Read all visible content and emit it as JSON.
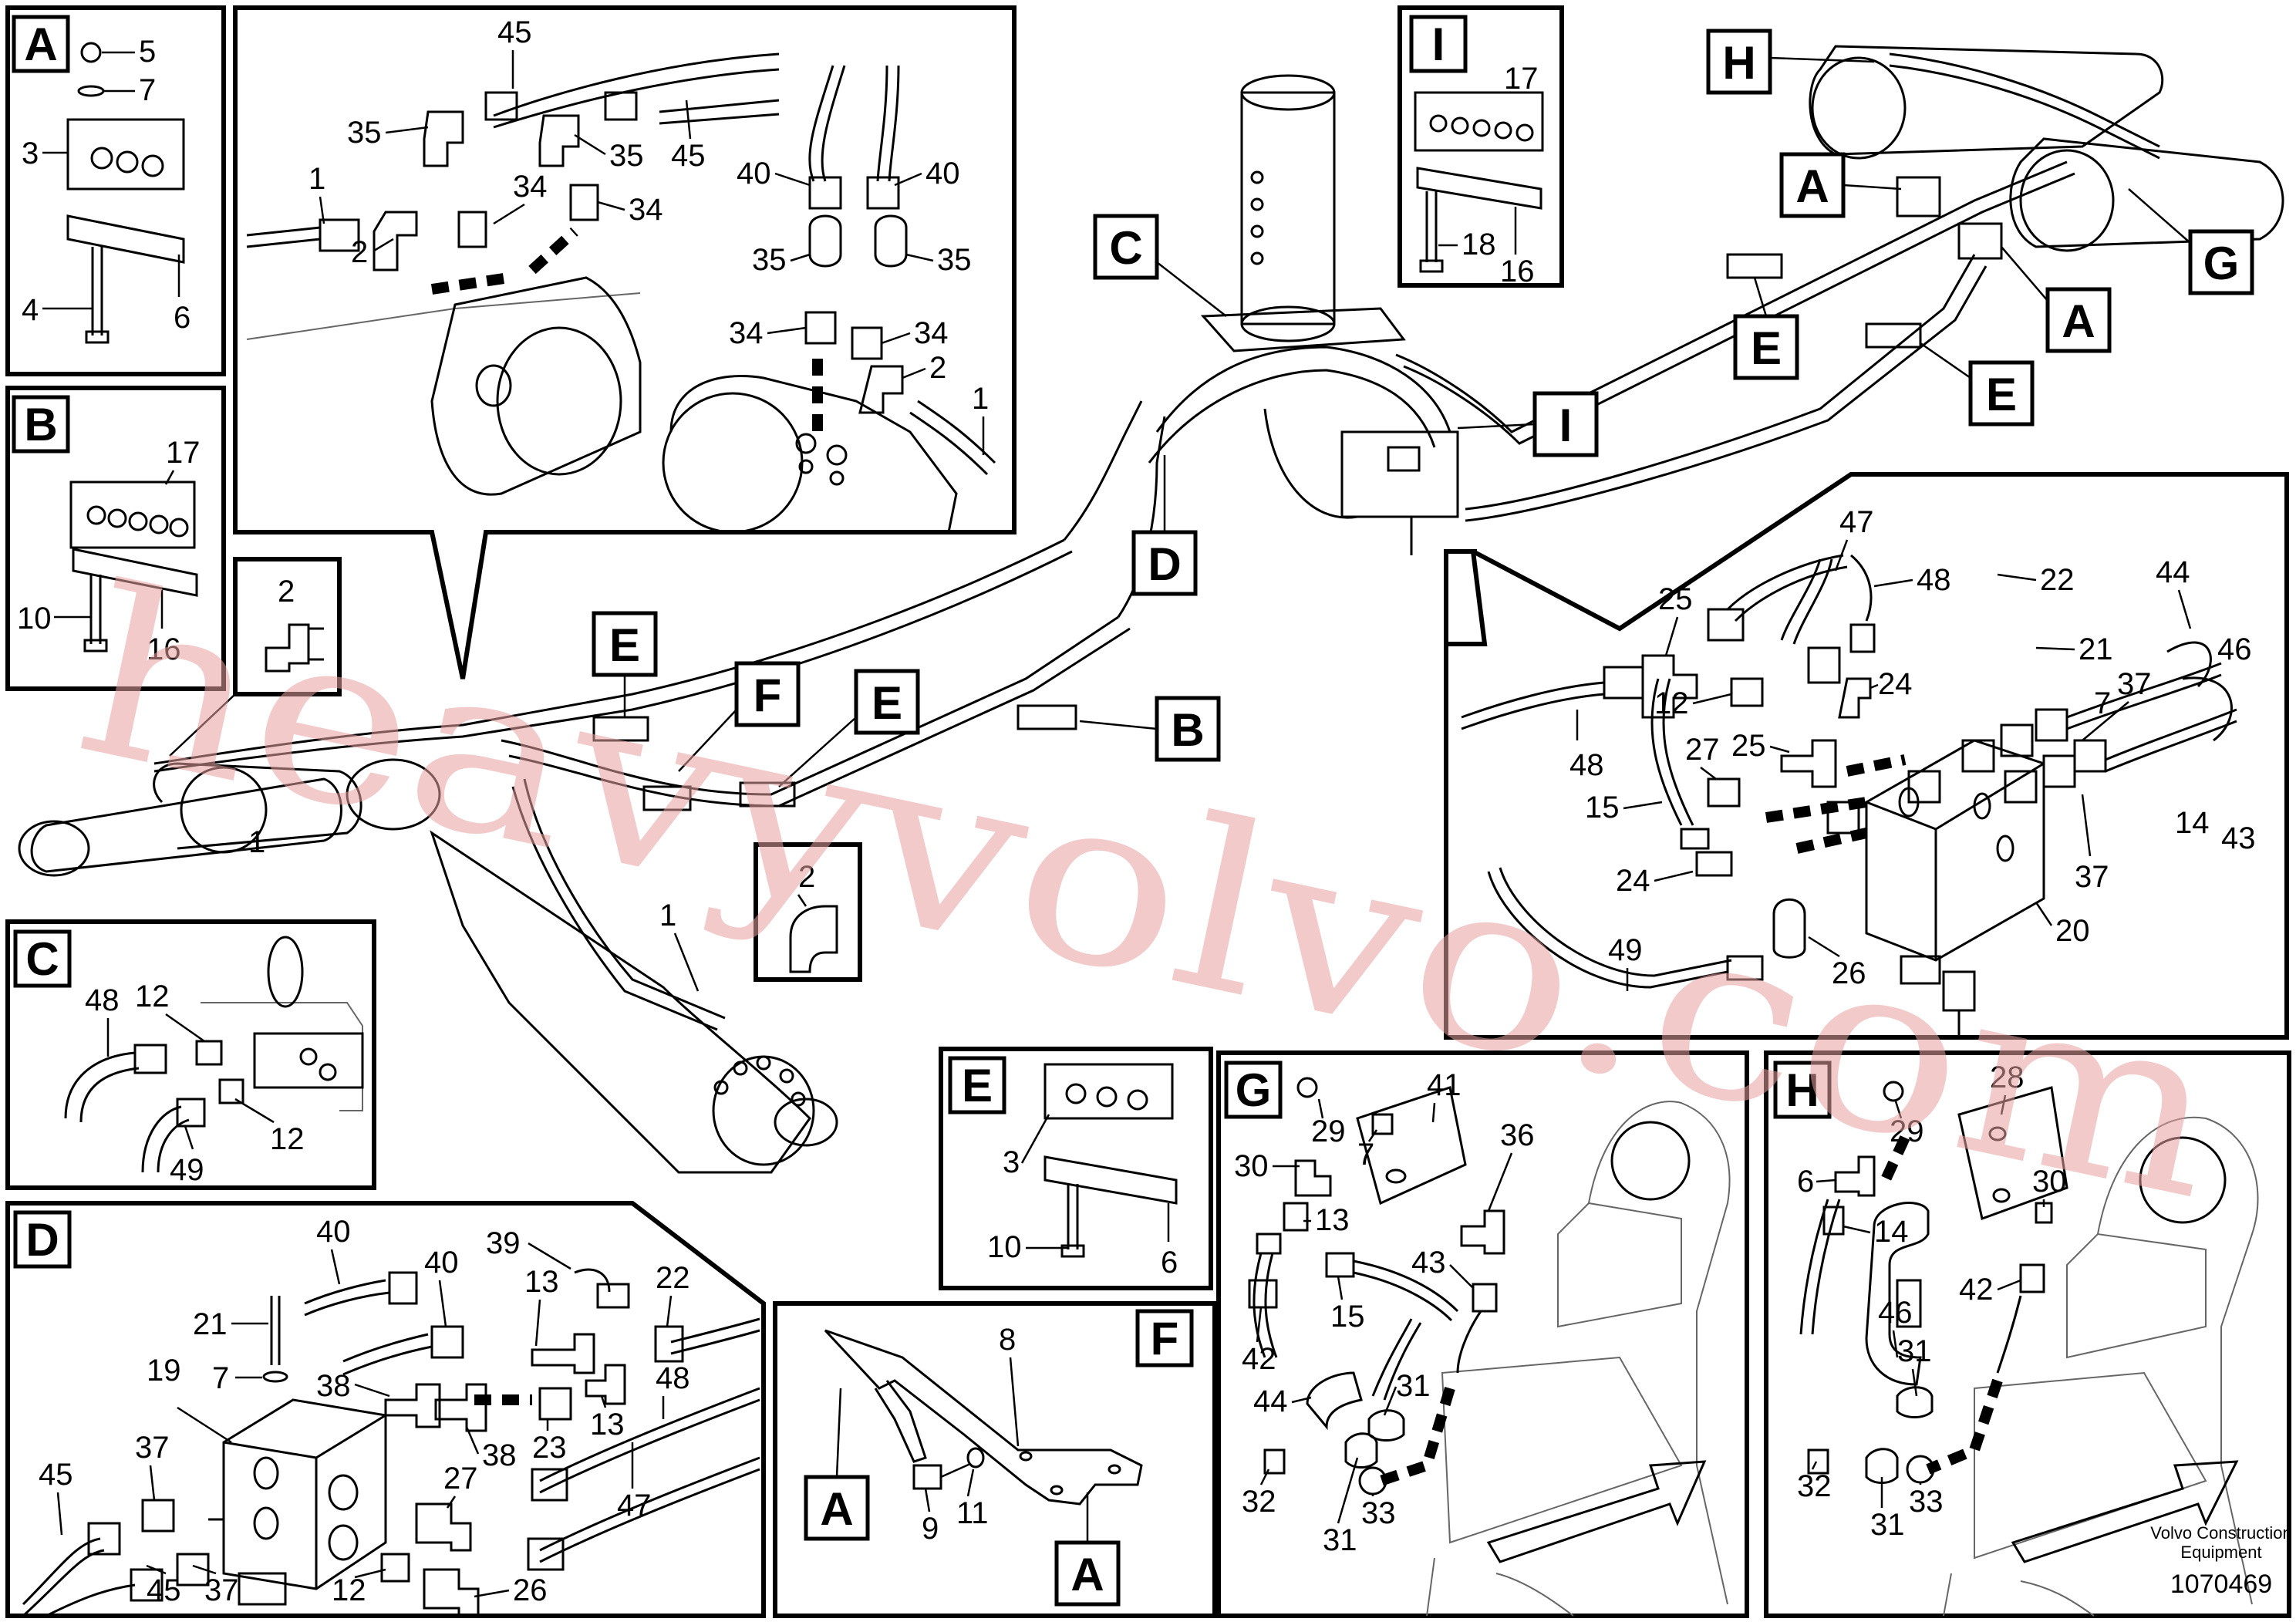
{
  "figure": {
    "watermark": "heavyvolvo.com",
    "credit_line1": "Volvo Construction",
    "credit_line2": "Equipment",
    "drawing_number": "1070469"
  },
  "detail_letters": [
    "A",
    "B",
    "C",
    "D",
    "E",
    "F",
    "G",
    "H",
    "I"
  ],
  "panels": {
    "A": {
      "letter": "A",
      "parts": [
        "5",
        "7",
        "3",
        "4",
        "6"
      ]
    },
    "B": {
      "letter": "B",
      "parts": [
        "17",
        "10",
        "16"
      ]
    },
    "C": {
      "letter": "C",
      "parts": [
        "48",
        "12",
        "49",
        "12"
      ]
    },
    "D": {
      "letter": "D",
      "parts": [
        "40",
        "40",
        "39",
        "13",
        "22",
        "21",
        "19",
        "7",
        "38",
        "13",
        "48",
        "23",
        "38",
        "27",
        "45",
        "37",
        "45",
        "37",
        "12",
        "26",
        "47"
      ]
    },
    "E": {
      "letter": "E",
      "parts": [
        "3",
        "10",
        "6"
      ]
    },
    "F": {
      "letter": "F",
      "parts": [
        "8",
        "9",
        "11"
      ],
      "refs": [
        "A",
        "A"
      ]
    },
    "G": {
      "letter": "G",
      "parts": [
        "29",
        "7",
        "41",
        "36",
        "30",
        "13",
        "15",
        "43",
        "42",
        "44",
        "31",
        "32",
        "31",
        "33"
      ]
    },
    "H": {
      "letter": "H",
      "parts": [
        "29",
        "28",
        "6",
        "30",
        "14",
        "46",
        "42",
        "31",
        "32",
        "31",
        "33"
      ]
    },
    "I": {
      "letter": "I",
      "parts": [
        "17",
        "18",
        "16"
      ]
    }
  },
  "top_detail": {
    "parts": [
      "45",
      "35",
      "35",
      "45",
      "1",
      "34",
      "34",
      "2",
      "40",
      "40",
      "35",
      "35",
      "34",
      "34",
      "2",
      "1"
    ]
  },
  "right_detail": {
    "parts": [
      "47",
      "25",
      "48",
      "22",
      "44",
      "21",
      "46",
      "12",
      "24",
      "7",
      "37",
      "48",
      "27",
      "25",
      "15",
      "14",
      "43",
      "24",
      "37",
      "20",
      "49",
      "26"
    ]
  },
  "overview": {
    "parts": [
      "2",
      "2",
      "1",
      "1"
    ],
    "callouts": [
      "C",
      "D",
      "E",
      "F",
      "E",
      "B",
      "I",
      "A",
      "E",
      "E",
      "A",
      "H",
      "G"
    ]
  }
}
